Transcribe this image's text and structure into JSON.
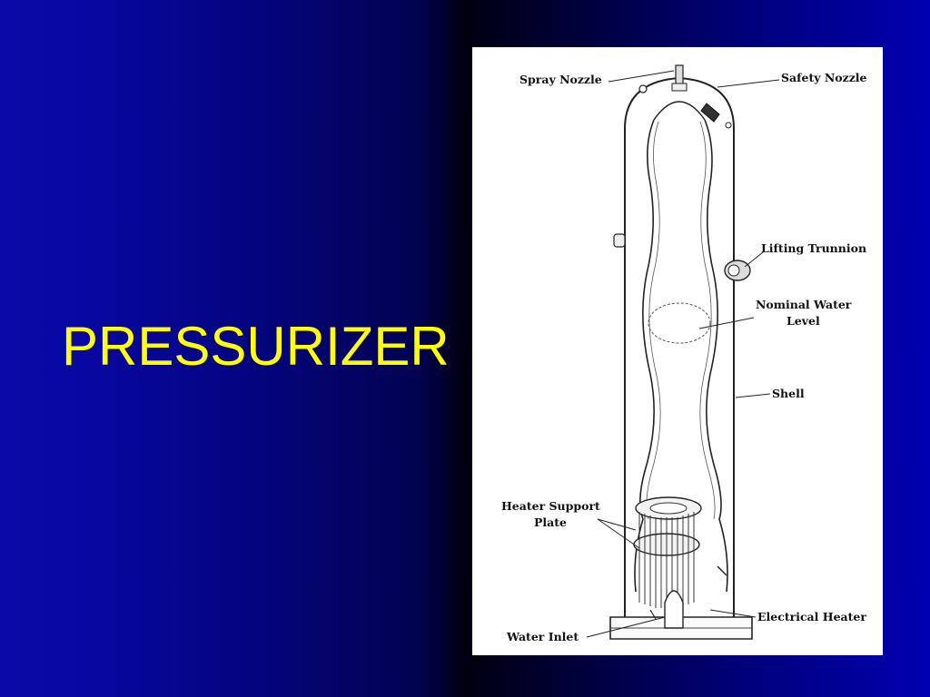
{
  "slide": {
    "title": "PRESSURIZER"
  },
  "diagram": {
    "labels": {
      "spray_nozzle": "Spray Nozzle",
      "safety_nozzle": "Safety Nozzle",
      "lifting_trunnion": "Lifting Trunnion",
      "nominal_water_level_1": "Nominal Water",
      "nominal_water_level_2": "Level",
      "shell": "Shell",
      "heater_support_plate_1": "Heater Support",
      "heater_support_plate_2": "Plate",
      "electrical_heater": "Electrical Heater",
      "water_inlet": "Water Inlet"
    }
  },
  "colors": {
    "background": "#00008b",
    "title": "#ffff00",
    "panel": "#ffffff"
  }
}
